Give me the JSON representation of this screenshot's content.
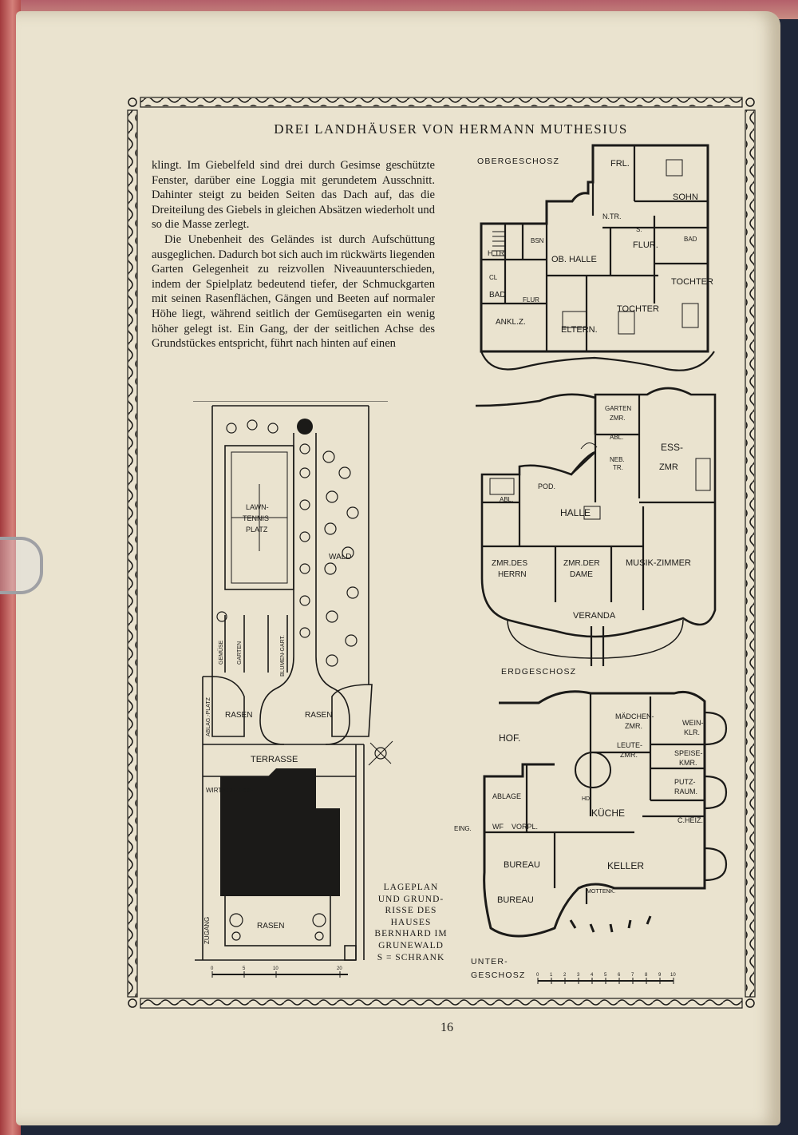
{
  "header": {
    "title": "DREI LANDHÄUSER VON HERMANN MUTHESIUS"
  },
  "body": {
    "paragraphs": [
      "klingt. Im Giebelfeld sind drei durch Gesimse geschützte Fenster, darüber eine Loggia mit gerundetem Ausschnitt. Dahinter steigt zu beiden Seiten das Dach auf, das die Dreiteilung des Giebels in gleichen Absätzen wiederholt und so die Masse zerlegt.",
      "Die Unebenheit des Geländes ist durch Aufschüttung ausgeglichen. Dadurch bot sich auch im rückwärts liegenden Garten Gelegenheit zu reizvollen Niveauunterschieden, indem der Spielplatz bedeutend tiefer, der Schmuckgarten mit seinen Rasenflächen, Gängen und Beeten auf normaler Höhe liegt, während seitlich der Gemüsegarten ein wenig höher gelegt ist. Ein Gang, der der seitlichen Achse des Grundstückes entspricht, führt nach hinten auf einen"
    ]
  },
  "plans": {
    "upper": {
      "title": "OBERGESCHOSZ",
      "rooms": {
        "frl": "FRL.",
        "sohn": "SOHN",
        "ntr": "N.TR.",
        "htr": "H.TR.",
        "bsn": "BSN",
        "obhalle": "OB. HALLE",
        "flur": "FLUR.",
        "bad1": "BAD",
        "bad2": "BAD",
        "cl": "CL",
        "flur2": "FLUR",
        "tochter1": "TOCHTER",
        "tochter2": "TOCHTER",
        "ankl": "ANKL.Z.",
        "eltern": "ELTERN.",
        "s": "S."
      }
    },
    "ground": {
      "title": "ERDGESCHOSZ",
      "rooms": {
        "garten": "GARTEN",
        "gartenzmr": "ZMR.",
        "abl": "ABL.",
        "ess": "ESS-",
        "esszmr": "ZMR",
        "neb": "NEB.",
        "nebtr": "TR.",
        "pod": "POD.",
        "abl2": "ABL.",
        "halle": "HALLE",
        "herrn1": "ZMR.DES",
        "herrn2": "HERRN",
        "dame1": "ZMR.DER",
        "dame2": "DAME",
        "musik": "MUSIK-ZIMMER",
        "veranda": "VERANDA"
      }
    },
    "basement": {
      "title1": "UNTER-",
      "title2": "GESCHOSZ",
      "rooms": {
        "hof": "HOF.",
        "madchen1": "MÄDCHEN-",
        "madchen2": "ZMR.",
        "wein1": "WEIN-",
        "wein2": "KLR.",
        "leute1": "LEUTE-",
        "leute2": "ZMR.",
        "speise1": "SPEISE-",
        "speise2": "KMR.",
        "putz1": "PUTZ-",
        "putz2": "RAUM.",
        "ablage": "ABLAGE",
        "hd": "HD",
        "kuche": "KÜCHE",
        "cheiz": "C.HEIZ.",
        "eing": "EING.",
        "wf": "WF",
        "vorpl": "VORPL.",
        "bureau1": "BUREAU",
        "keller": "KELLER",
        "bureau2": "BUREAU",
        "mottenk": "MOTTENK."
      },
      "scale_ticks": [
        "0",
        "1",
        "2",
        "3",
        "4",
        "5",
        "6",
        "7",
        "8",
        "9",
        "10"
      ]
    },
    "site": {
      "rooms": {
        "lawn1": "LAWN-",
        "lawn2": "TENNIS",
        "lawn3": "PLATZ",
        "wald": "WALD",
        "gemuse": "GEMÜSE",
        "garten": "GARTEN",
        "blumen": "BLUMEN-GART.",
        "ablag": "ABLAG.-PLATZ",
        "rasen1": "RASEN",
        "rasen2": "RASEN",
        "terrasse": "TERRASSE",
        "wirtsch": "WIRTSCH.-HOF",
        "zugang": "ZUGANG",
        "rasen3": "RASEN"
      },
      "scale_ticks": [
        "0",
        "5",
        "10",
        "20"
      ]
    }
  },
  "caption": {
    "lines": [
      "LAGEPLAN",
      "UND GRUND-",
      "RISSE DES",
      "HAUSES",
      "BERNHARD IM",
      "GRUNEWALD",
      "S = SCHRANK"
    ]
  },
  "footer": {
    "page_number": "16"
  }
}
